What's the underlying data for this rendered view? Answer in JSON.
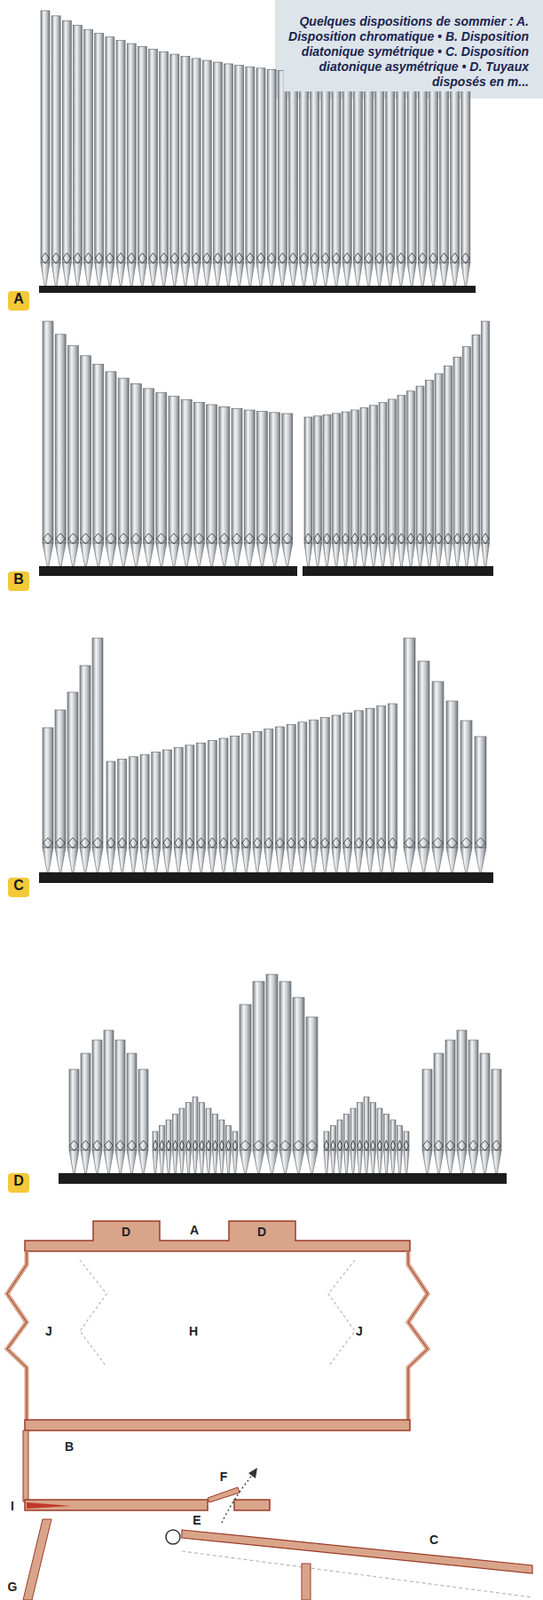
{
  "diagram": {
    "caption": "Quelques dispositions de sommier : A. Disposition chromatique • B. Disposition diatonique symétrique • C. Disposition diatonique asymétrique • D. Tuyaux disposés en m...",
    "labels": [
      "A",
      "B",
      "C",
      "D",
      "D",
      "A",
      "D",
      "J",
      "H",
      "J",
      "B",
      "F",
      "I",
      "E",
      "C",
      "G"
    ]
  }
}
